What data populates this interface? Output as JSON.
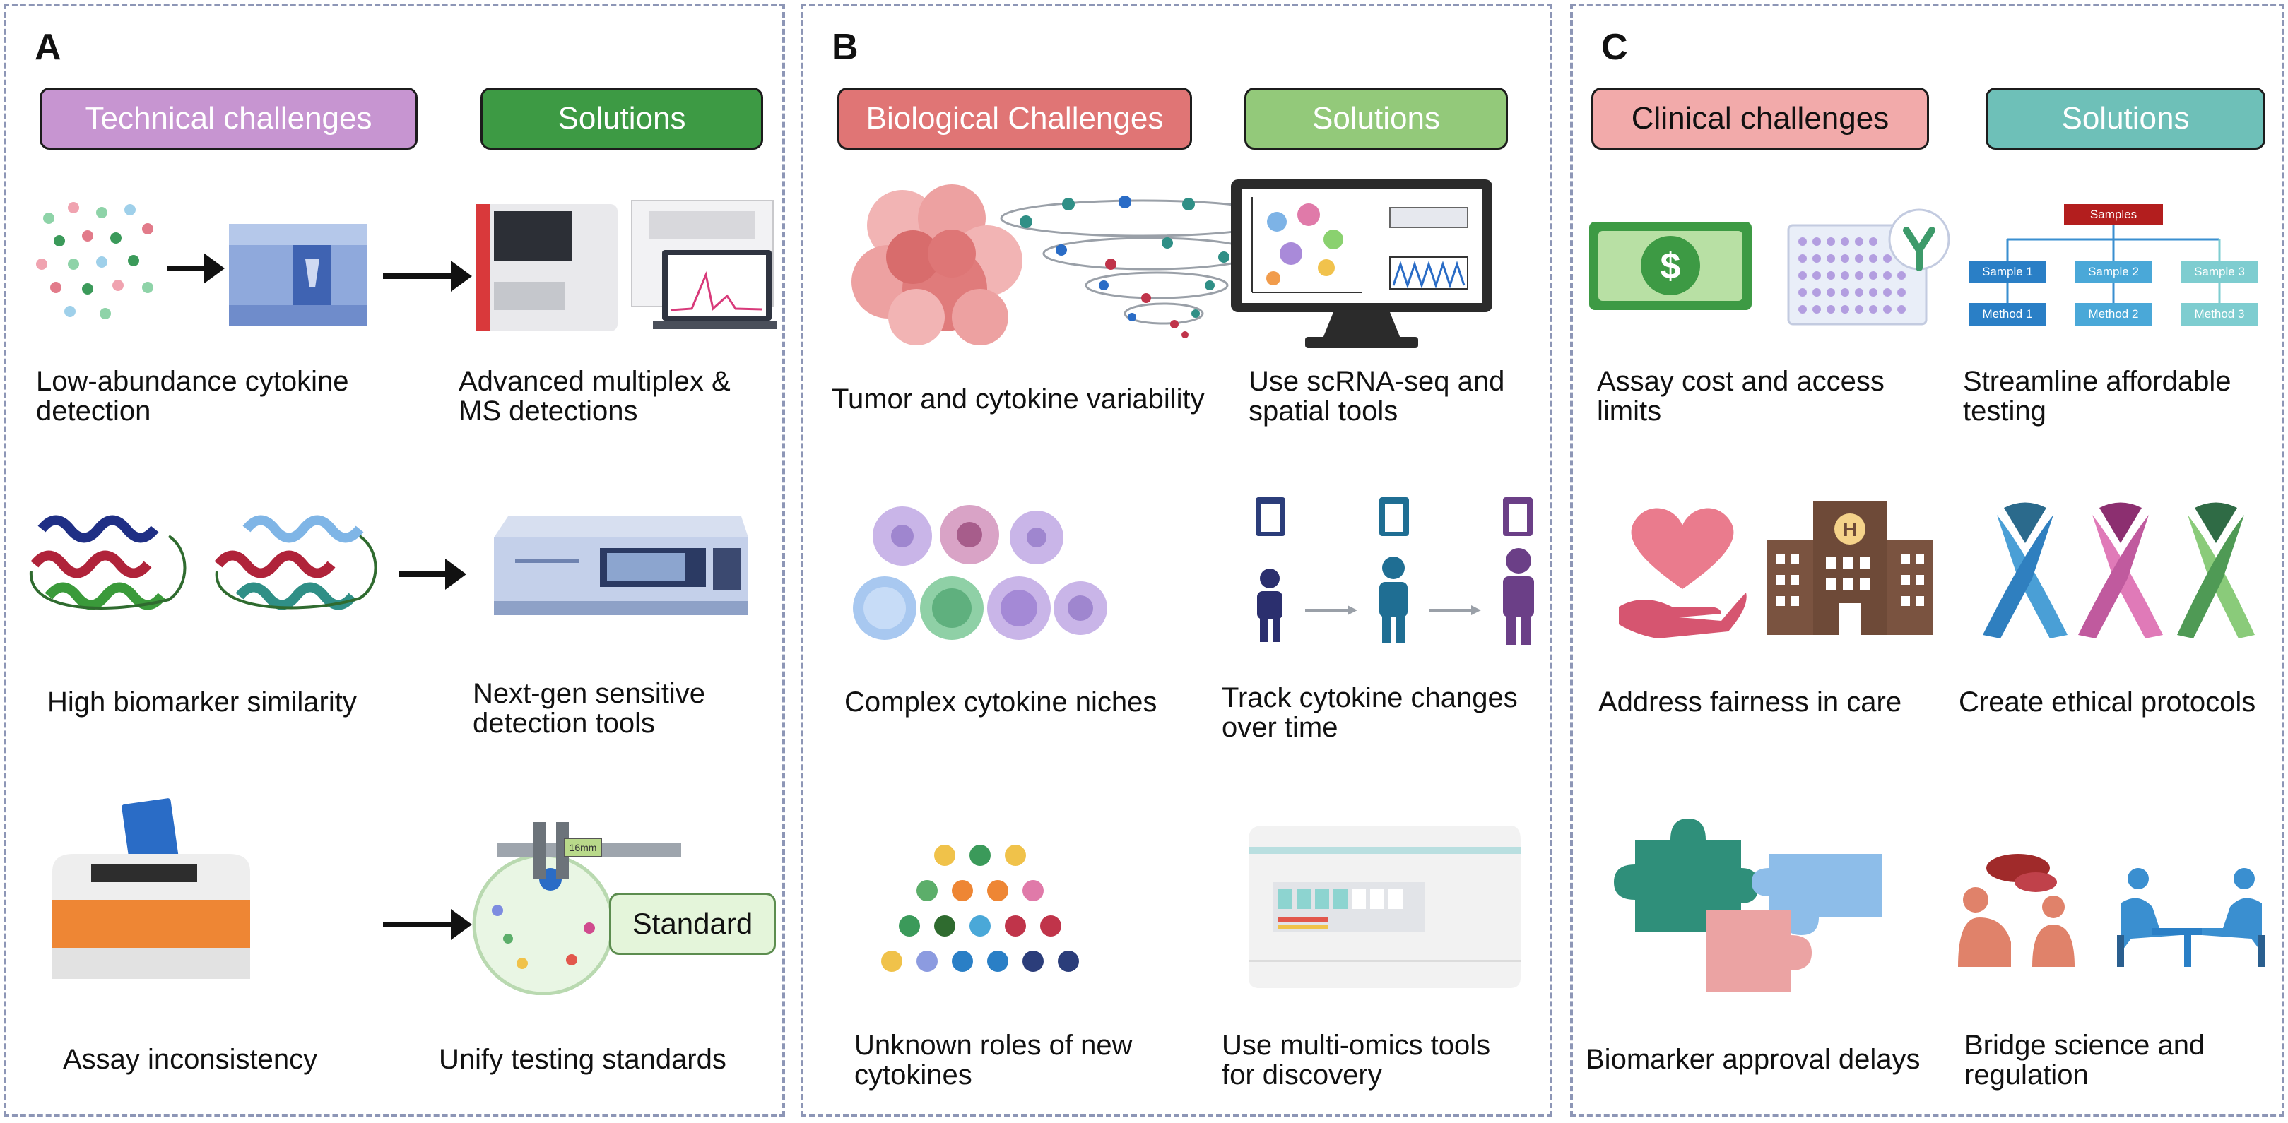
{
  "panels": {
    "a": {
      "letter": "A",
      "challenge_header": "Technical challenges",
      "solution_header": "Solutions",
      "rows": [
        {
          "challenge": [
            "Low-abundance cytokine",
            "detection"
          ],
          "solution": [
            "Advanced multiplex &",
            "MS detections"
          ]
        },
        {
          "challenge": [
            "High biomarker similarity"
          ],
          "solution": [
            "Next-gen sensitive",
            "detection tools"
          ]
        },
        {
          "challenge": [
            "Assay inconsistency"
          ],
          "solution": [
            "Unify testing standards"
          ]
        }
      ],
      "standard_label": "Standard",
      "caliper_reading": "16mm"
    },
    "b": {
      "letter": "B",
      "challenge_header": "Biological Challenges",
      "solution_header": "Solutions",
      "rows": [
        {
          "challenge": [
            "Tumor and cytokine variability"
          ],
          "solution": [
            "Use scRNA-seq and",
            "spatial tools"
          ]
        },
        {
          "challenge": [
            "Complex cytokine niches"
          ],
          "solution": [
            "Track cytokine changes",
            "over time"
          ]
        },
        {
          "challenge": [
            "Unknown roles of new",
            "cytokines"
          ],
          "solution": [
            "Use multi-omics tools",
            "for discovery"
          ]
        }
      ]
    },
    "c": {
      "letter": "C",
      "challenge_header": "Clinical challenges",
      "solution_header": "Solutions",
      "rows": [
        {
          "challenge": [
            "Assay cost and access",
            "limits"
          ],
          "solution": [
            "Streamline affordable",
            "testing"
          ]
        },
        {
          "challenge": [
            "Address fairness in care"
          ],
          "solution": [
            "Create ethical protocols"
          ]
        },
        {
          "challenge": [
            "Biomarker approval delays"
          ],
          "solution": [
            "Bridge science and",
            "regulation"
          ]
        }
      ],
      "flowchart": {
        "root": "Samples",
        "samples": [
          "Sample 1",
          "Sample 2",
          "Sample 3"
        ],
        "methods": [
          "Method 1",
          "Method 2",
          "Method 3"
        ]
      },
      "hospital_letter": "H",
      "dollar_sign": "$"
    }
  },
  "colors": {
    "technical": "#c795d1",
    "solution_a": "#3d9a44",
    "biological": "#e07575",
    "solution_b": "#93c97a",
    "clinical": "#f2aaaa",
    "solution_c": "#6ec0b8",
    "border": "#8d96b6"
  }
}
